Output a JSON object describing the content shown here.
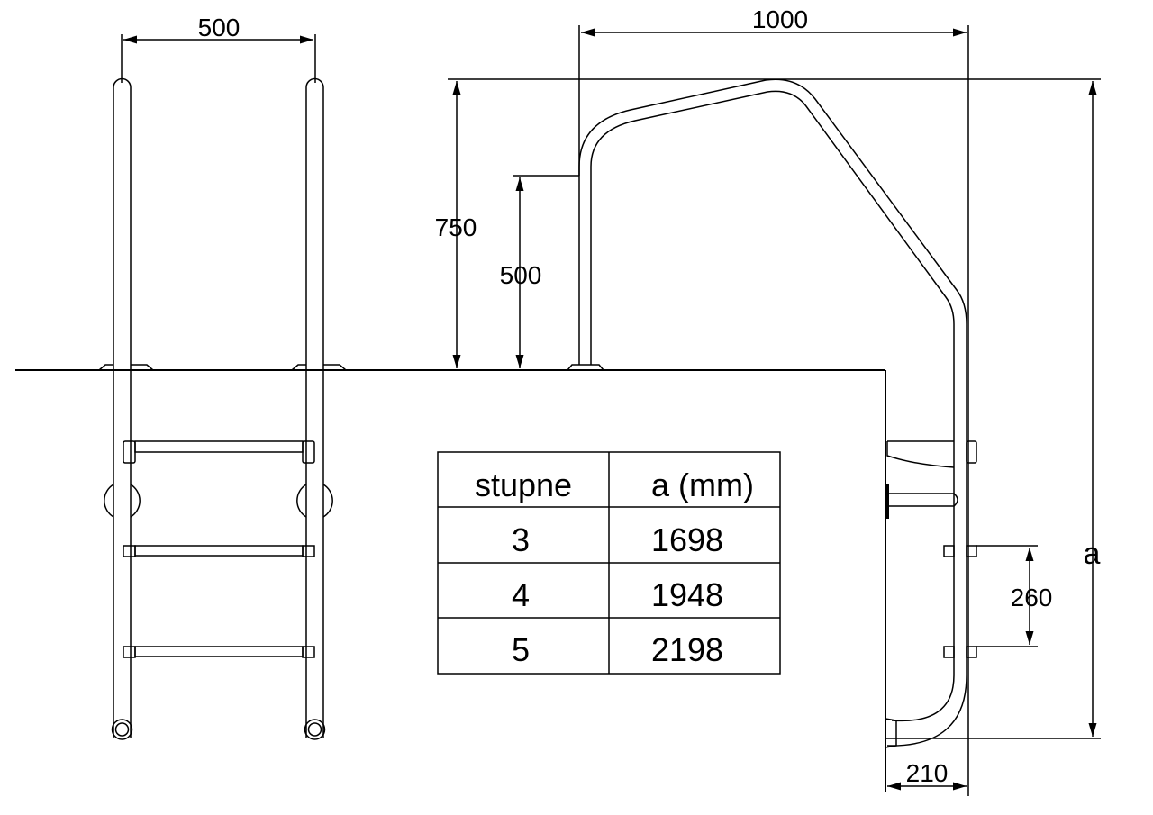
{
  "dimensions": {
    "left_width": "500",
    "total_width": "1000",
    "handrail_height": "750",
    "grip_height": "500",
    "step_spacing": "260",
    "height_label": "a",
    "wall_offset": "210"
  },
  "table": {
    "headers": [
      "stupne",
      "a (mm)"
    ],
    "rows": [
      [
        "3",
        "1698"
      ],
      [
        "4",
        "1948"
      ],
      [
        "5",
        "2198"
      ]
    ]
  }
}
